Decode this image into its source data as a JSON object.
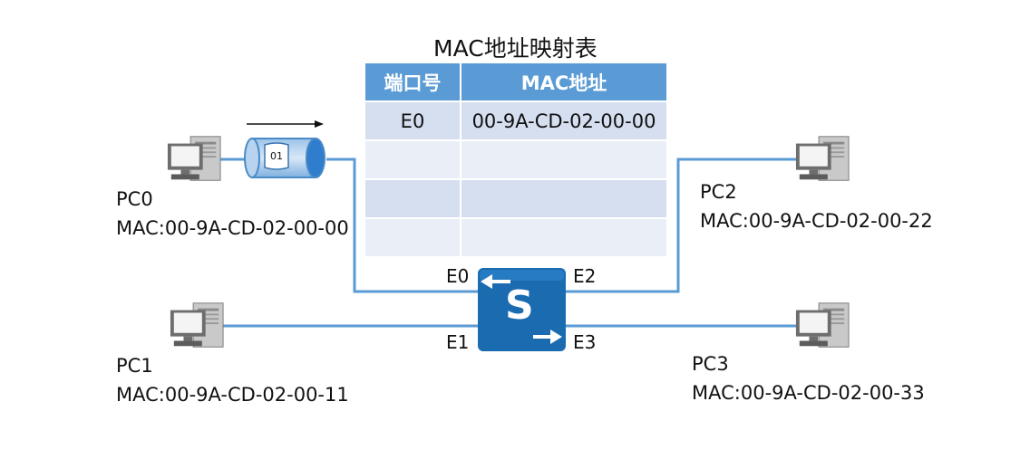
{
  "title": "MAC地址映射表",
  "table": {
    "headers": [
      "端口号",
      "MAC地址"
    ],
    "rows": [
      [
        "E0",
        "00-9A-CD-02-00-00"
      ],
      [
        "",
        ""
      ],
      [
        "",
        ""
      ],
      [
        "",
        ""
      ]
    ]
  },
  "frame": {
    "label": "01"
  },
  "switch": {
    "label": "S",
    "color": "#1a6bb0"
  },
  "ports": {
    "e0": "E0",
    "e1": "E1",
    "e2": "E2",
    "e3": "E3"
  },
  "pcs": {
    "pc0": {
      "name": "PC0",
      "mac": "MAC:00-9A-CD-02-00-00"
    },
    "pc1": {
      "name": "PC1",
      "mac": "MAC:00-9A-CD-02-00-11"
    },
    "pc2": {
      "name": "PC2",
      "mac": "MAC:00-9A-CD-02-00-22"
    },
    "pc3": {
      "name": "PC3",
      "mac": "MAC:00-9A-CD-02-00-33"
    }
  },
  "colors": {
    "link": "#5b9bd5",
    "header": "#5b9bd5",
    "row_odd": "#d5dff0",
    "row_even": "#eaeff7"
  },
  "icons": {
    "pc": "computer-icon",
    "switch": "switch-icon",
    "frame": "data-frame-icon"
  }
}
